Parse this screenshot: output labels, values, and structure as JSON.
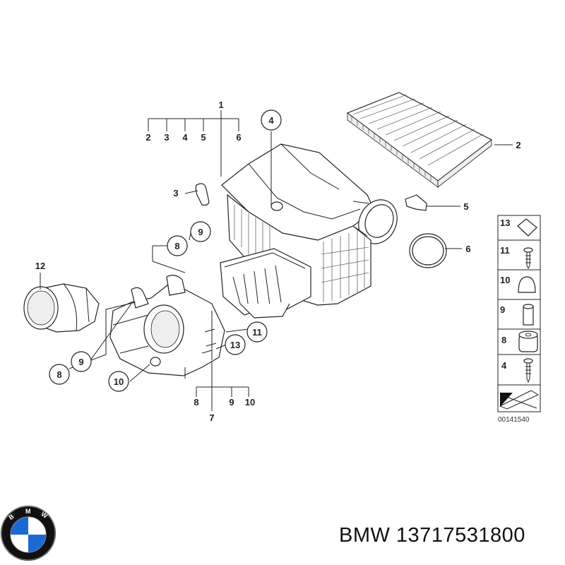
{
  "diagram": {
    "callouts": {
      "c1": "1",
      "c2_top": "2",
      "c3_top": "3",
      "c4_top": "4",
      "c5_top": "5",
      "c6_top": "6",
      "c2": "2",
      "c3": "3",
      "c4": "4",
      "c5": "5",
      "c6": "6",
      "c7": "7",
      "c8_bottom": "8",
      "c9_bottom": "9",
      "c10_bottom": "10",
      "c8_a": "8",
      "c9_a": "9",
      "c8_b": "8",
      "c9_b": "9",
      "c10": "10",
      "c11": "11",
      "c12": "12",
      "c13": "13"
    },
    "legend": {
      "items": [
        "13",
        "11",
        "10",
        "9",
        "8",
        "4"
      ]
    },
    "figure_code": "00141540"
  },
  "brand": {
    "logo_text": "BMW",
    "part_label": "BMW 13717531800",
    "colors": {
      "blue": "#1c69d4",
      "black": "#111111",
      "white": "#ffffff"
    }
  }
}
